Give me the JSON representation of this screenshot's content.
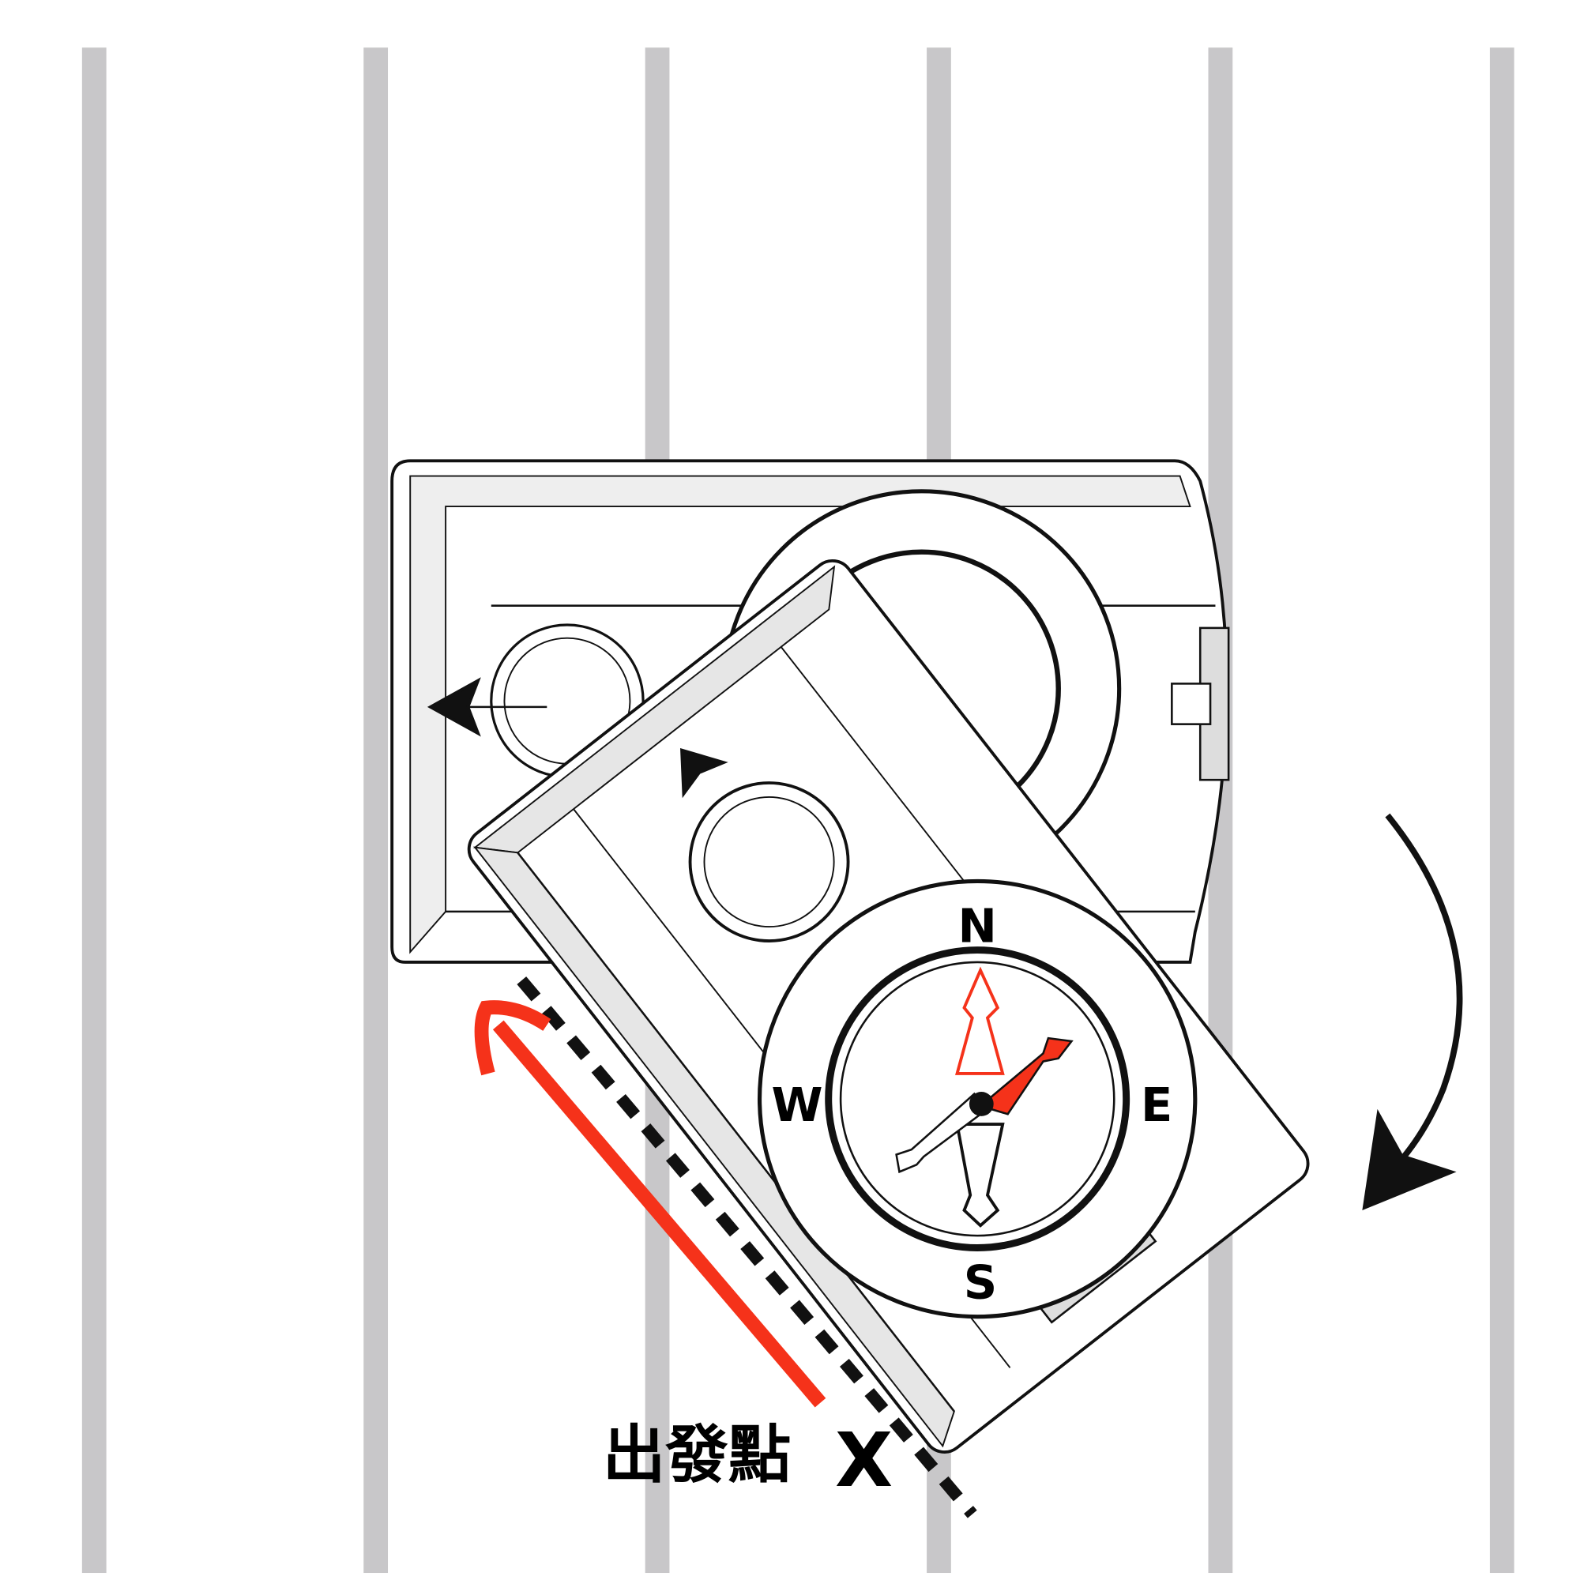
{
  "labels": {
    "start_point": "出發點",
    "start_marker": "X"
  },
  "compass": {
    "north": "N",
    "east": "E",
    "south": "S",
    "west": "W"
  },
  "colors": {
    "grid_line": "#c8c7c9",
    "red_arrow": "#f5321a",
    "ink": "#111111"
  }
}
